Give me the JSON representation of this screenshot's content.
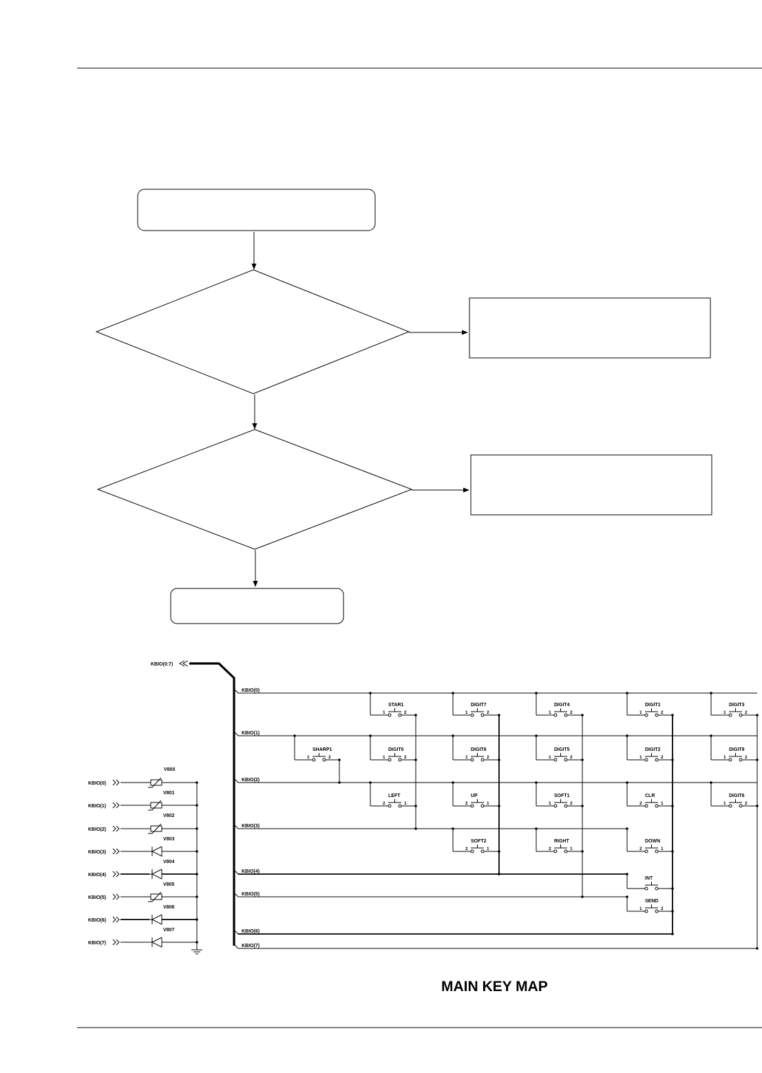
{
  "document": {
    "title": "MAIN KEY MAP"
  },
  "flowchart": {
    "nodes": [
      {
        "id": "start",
        "shape": "rounded-rect",
        "text": ""
      },
      {
        "id": "decision-1",
        "shape": "diamond",
        "text": ""
      },
      {
        "id": "action-1",
        "shape": "rect",
        "text": ""
      },
      {
        "id": "decision-2",
        "shape": "diamond",
        "text": ""
      },
      {
        "id": "action-2",
        "shape": "rect",
        "text": ""
      },
      {
        "id": "end",
        "shape": "rounded-rect",
        "text": ""
      }
    ],
    "edges": [
      [
        "start",
        "decision-1"
      ],
      [
        "decision-1",
        "action-1"
      ],
      [
        "decision-1",
        "decision-2"
      ],
      [
        "decision-2",
        "action-2"
      ],
      [
        "decision-2",
        "end"
      ]
    ]
  },
  "schematic": {
    "bus_label": "KBIO(0:7)",
    "row_labels": [
      "KBIO(0)",
      "KBIO(1)",
      "KBIO(2)",
      "KBIO(3)",
      "KBIO(4)",
      "KBIO(5)",
      "KBIO(6)",
      "KBIO(7)"
    ],
    "keys": [
      {
        "name": "SHARP1",
        "pins": [
          "1",
          "2"
        ]
      },
      {
        "name": "STAR1",
        "pins": [
          "1",
          "2"
        ]
      },
      {
        "name": "DIGIT0",
        "pins": [
          "1",
          "2"
        ]
      },
      {
        "name": "LEFT",
        "pins": [
          "2",
          "1"
        ]
      },
      {
        "name": "DIGIT7",
        "pins": [
          "1",
          "2"
        ]
      },
      {
        "name": "DIGIT8",
        "pins": [
          "1",
          "2"
        ]
      },
      {
        "name": "UP",
        "pins": [
          "2",
          "1"
        ]
      },
      {
        "name": "SOFT2",
        "pins": [
          "2",
          "1"
        ]
      },
      {
        "name": "DIGIT4",
        "pins": [
          "1",
          "2"
        ]
      },
      {
        "name": "DIGIT5",
        "pins": [
          "1",
          "2"
        ]
      },
      {
        "name": "SOFT1",
        "pins": [
          "1",
          "2"
        ]
      },
      {
        "name": "RIGHT",
        "pins": [
          "2",
          "1"
        ]
      },
      {
        "name": "DIGIT1",
        "pins": [
          "1",
          "2"
        ]
      },
      {
        "name": "DIGIT2",
        "pins": [
          "1",
          "2"
        ]
      },
      {
        "name": "CLR",
        "pins": [
          "2",
          "1"
        ]
      },
      {
        "name": "DOWN",
        "pins": [
          "2",
          "1"
        ]
      },
      {
        "name": "INT",
        "pins": []
      },
      {
        "name": "SEND",
        "pins": [
          "1",
          "2"
        ]
      },
      {
        "name": "DIGIT3",
        "pins": [
          "1",
          "2"
        ]
      },
      {
        "name": "DIGIT9",
        "pins": [
          "1",
          "2"
        ]
      },
      {
        "name": "DIGIT6",
        "pins": [
          "1",
          "2"
        ]
      }
    ],
    "protection": {
      "group_label": "V800",
      "inputs": [
        "KBIO(0)",
        "KBIO(1)",
        "KBIO(2)",
        "KBIO(3)",
        "KBIO(4)",
        "KBIO(5)",
        "KBIO(6)",
        "KBIO(7)"
      ],
      "devices": [
        {
          "label": "V801",
          "type": "varistor"
        },
        {
          "label": "V802",
          "type": "varistor"
        },
        {
          "label": "V803",
          "type": "varistor"
        },
        {
          "label": "V804",
          "type": "diode"
        },
        {
          "label": "V805",
          "type": "diode"
        },
        {
          "label": "V806",
          "type": "varistor"
        },
        {
          "label": "V807",
          "type": "diode"
        },
        {
          "label": "",
          "type": "diode"
        }
      ]
    }
  },
  "icons": {
    "ground": "ground-symbol-icon",
    "connector": "double-chevron-connector-icon"
  }
}
